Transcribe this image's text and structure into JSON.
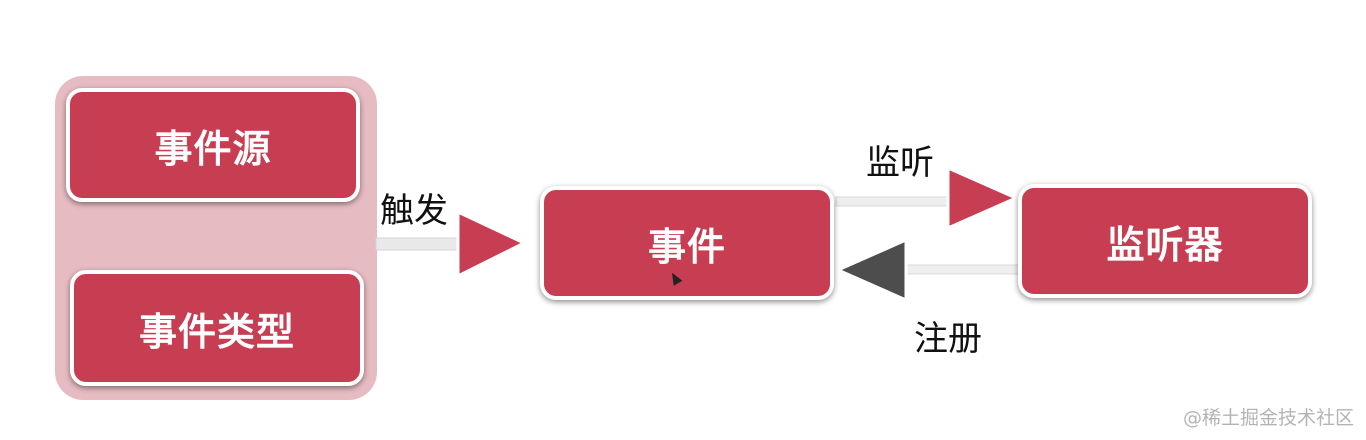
{
  "nodes": {
    "event_source": "事件源",
    "event_type": "事件类型",
    "event": "事件",
    "listener": "监听器"
  },
  "edges": {
    "trigger": "触发",
    "listen": "监听",
    "register": "注册"
  },
  "watermark": "@稀土掘金技术社区",
  "colors": {
    "node_fill": "#c73d52",
    "group_fill": "#e6bcc2",
    "arrow_red": "#c73d52",
    "arrow_gray": "#4d4d4d"
  }
}
